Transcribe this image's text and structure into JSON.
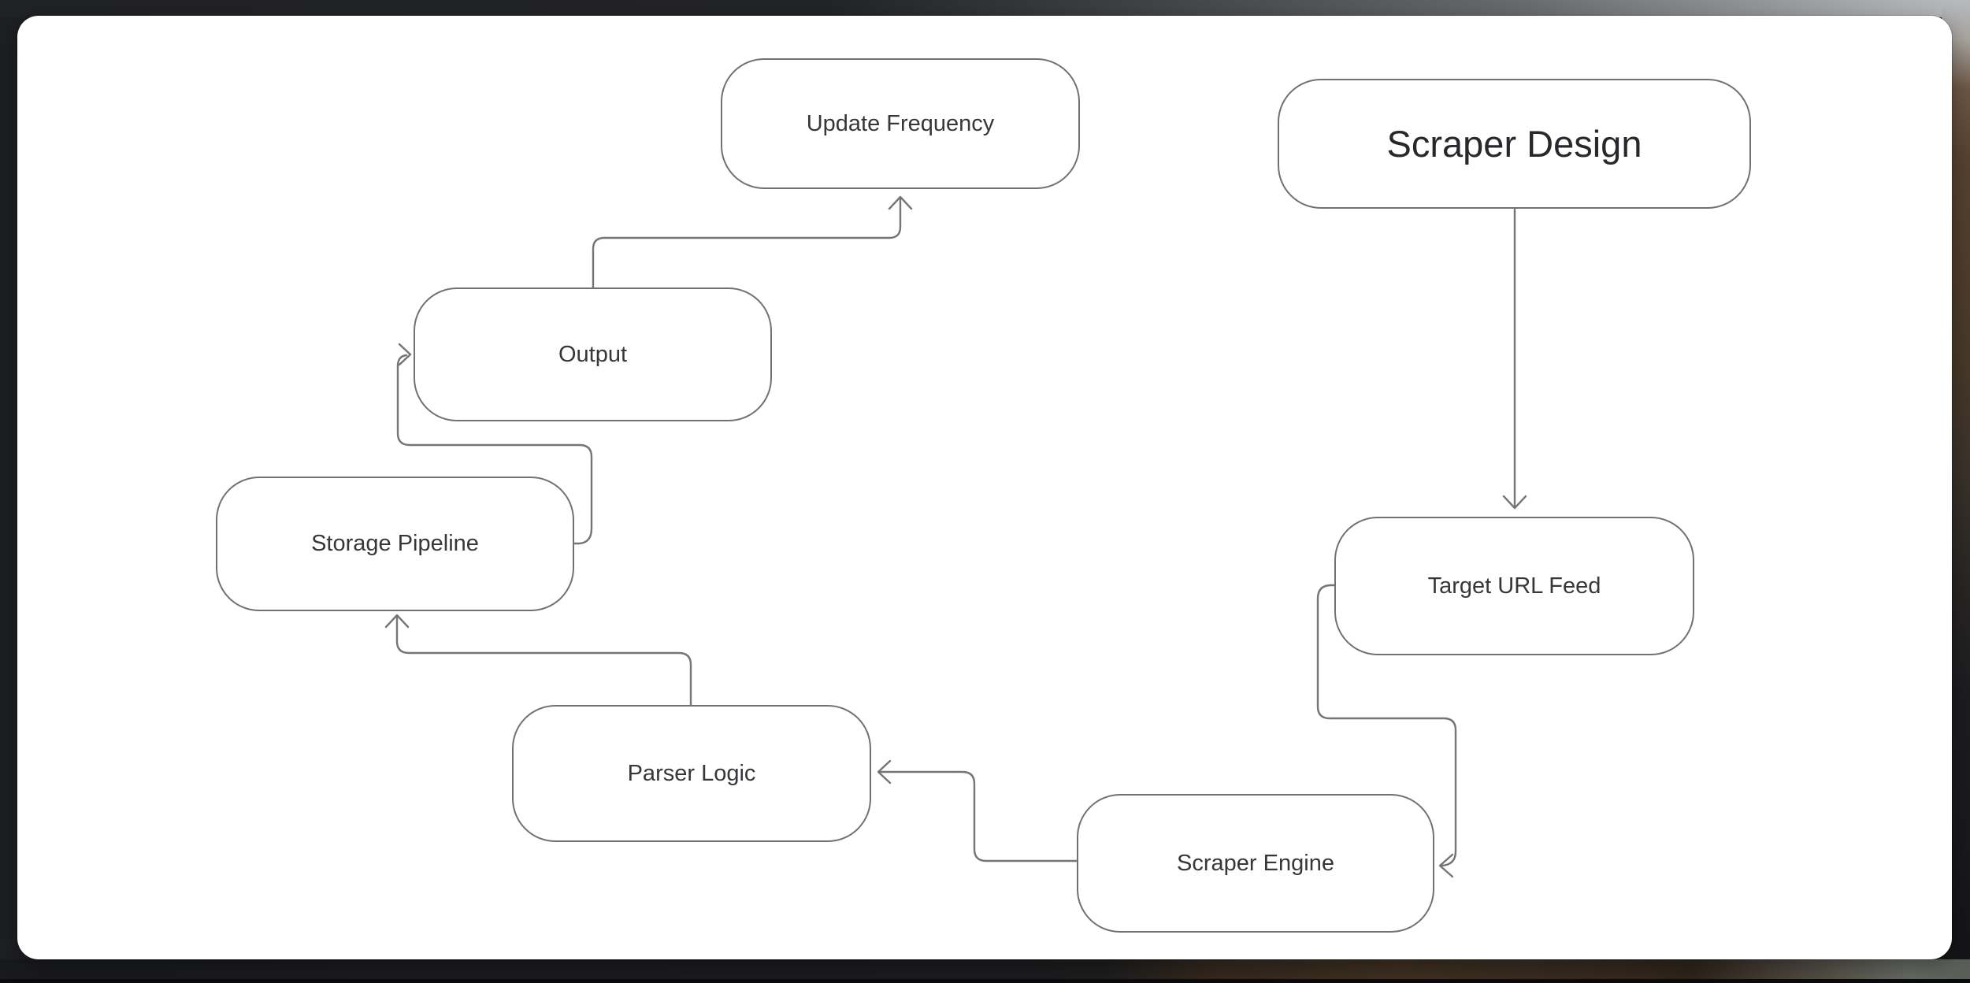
{
  "colors": {
    "frame_bg": "#1e1f22",
    "canvas_bg": "#ffffff",
    "node_border": "#6f7174",
    "node_text": "#35373a",
    "title_text": "#26282b",
    "connector": "#737578"
  },
  "diagram": {
    "title_node": {
      "label": "Scraper Design"
    },
    "nodes": [
      {
        "id": "update-frequency",
        "label": "Update Frequency"
      },
      {
        "id": "output",
        "label": "Output"
      },
      {
        "id": "storage-pipeline",
        "label": "Storage Pipeline"
      },
      {
        "id": "parser-logic",
        "label": "Parser Logic"
      },
      {
        "id": "scraper-engine",
        "label": "Scraper Engine"
      },
      {
        "id": "target-url-feed",
        "label": "Target URL Feed"
      }
    ],
    "edges": [
      {
        "from": "scraper-design",
        "to": "target-url-feed"
      },
      {
        "from": "output",
        "to": "update-frequency"
      },
      {
        "from": "storage-pipeline",
        "to": "output"
      },
      {
        "from": "parser-logic",
        "to": "storage-pipeline"
      },
      {
        "from": "scraper-engine",
        "to": "parser-logic"
      },
      {
        "from": "target-url-feed",
        "to": "scraper-engine"
      }
    ]
  }
}
